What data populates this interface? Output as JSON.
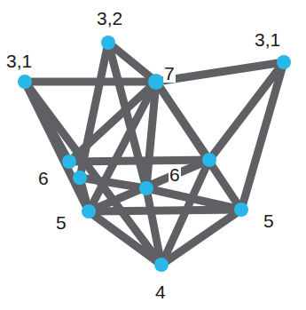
{
  "diagram": {
    "labels": [
      "3,2",
      "3,1",
      "7",
      "3,1",
      "6",
      "6",
      "5",
      "5",
      "4"
    ]
  }
}
